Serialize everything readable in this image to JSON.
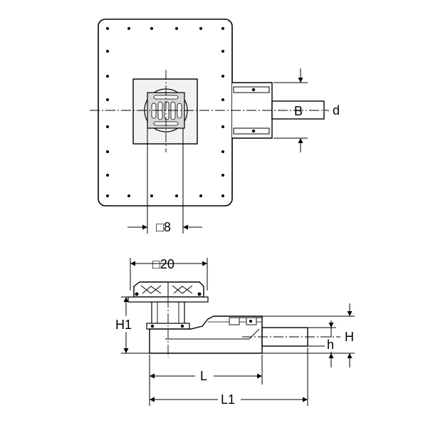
{
  "labels": {
    "B": "B",
    "d": "d",
    "sq8": "□8",
    "sq20": "□20",
    "H1": "H1",
    "H": "H",
    "h": "h",
    "L": "L",
    "L1": "L1"
  },
  "colors": {
    "line": "#000000",
    "fill": "#ffffff",
    "panel_fill": "#f7f7f7",
    "grate": "#d8d8d8"
  }
}
